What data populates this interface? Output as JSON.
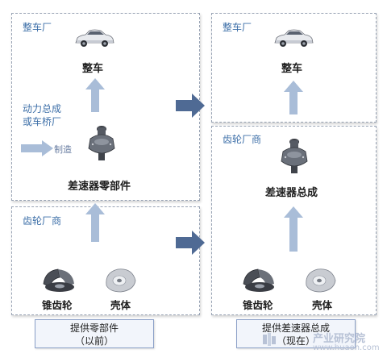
{
  "left": {
    "factory_label": "整车厂",
    "vehicle_label": "整车",
    "powertrain_label_line1": "动力总成",
    "powertrain_label_line2": "或车桥厂",
    "manufacture_label": "制造",
    "diff_parts_label": "差速器零部件",
    "gear_maker_label": "齿轮厂商",
    "bevel_gear_label": "锥齿轮",
    "housing_label": "壳体",
    "caption_line1": "提供零部件",
    "caption_line2": "（以前）"
  },
  "right": {
    "factory_label": "整车厂",
    "vehicle_label": "整车",
    "gear_maker_label": "齿轮厂商",
    "diff_assembly_label": "差速器总成",
    "bevel_gear_label": "锥齿轮",
    "housing_label": "壳体",
    "caption_line1": "提供差速器总成",
    "caption_line2": "（现在）"
  },
  "watermark": {
    "text": "产业研究院",
    "url": "www.huaon.com"
  },
  "colors": {
    "arrow_fill": "#a9bdd8",
    "big_arrow_fill": "#4f6a94",
    "label_blue": "#3d6fa8"
  }
}
